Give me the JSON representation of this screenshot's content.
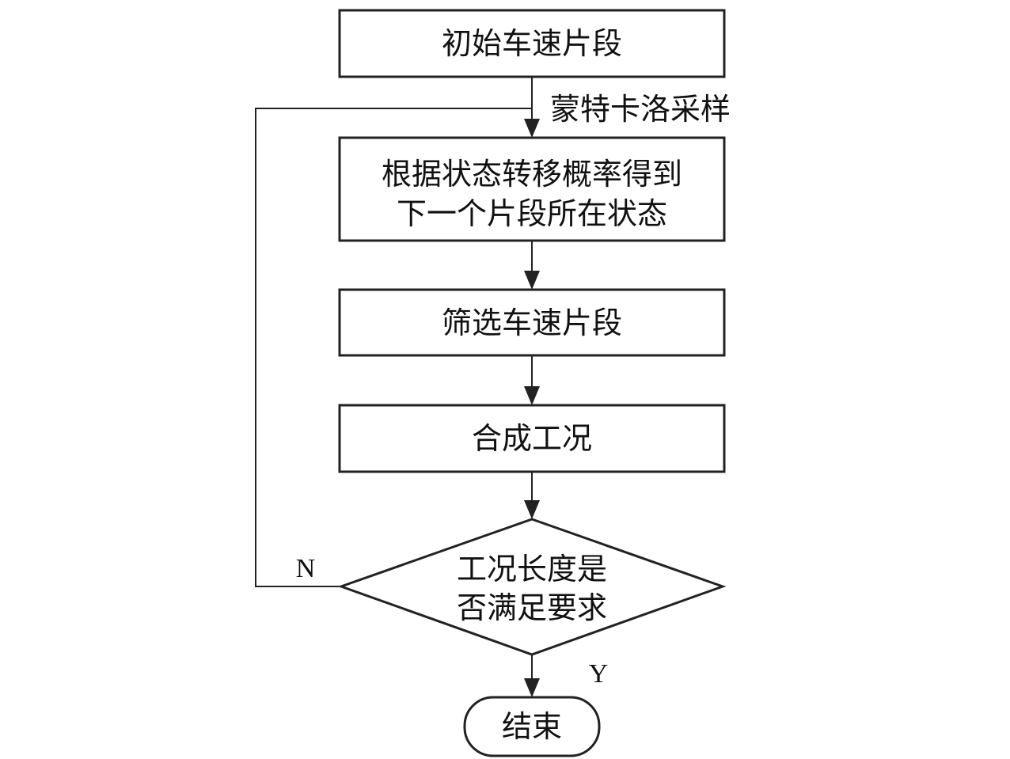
{
  "nodes": {
    "start": {
      "label": "初始车速片段"
    },
    "state": {
      "line1": "根据状态转移概率得到",
      "line2": "下一个片段所在状态"
    },
    "filter": {
      "label": "筛选车速片段"
    },
    "combine": {
      "label": "合成工况"
    },
    "decision": {
      "line1": "工况长度是",
      "line2": "否满足要求"
    },
    "end": {
      "label": "结束"
    }
  },
  "edges": {
    "sampling": {
      "label": "蒙特卡洛采样"
    },
    "no_branch": {
      "label": "N"
    },
    "yes_branch": {
      "label": "Y"
    }
  }
}
